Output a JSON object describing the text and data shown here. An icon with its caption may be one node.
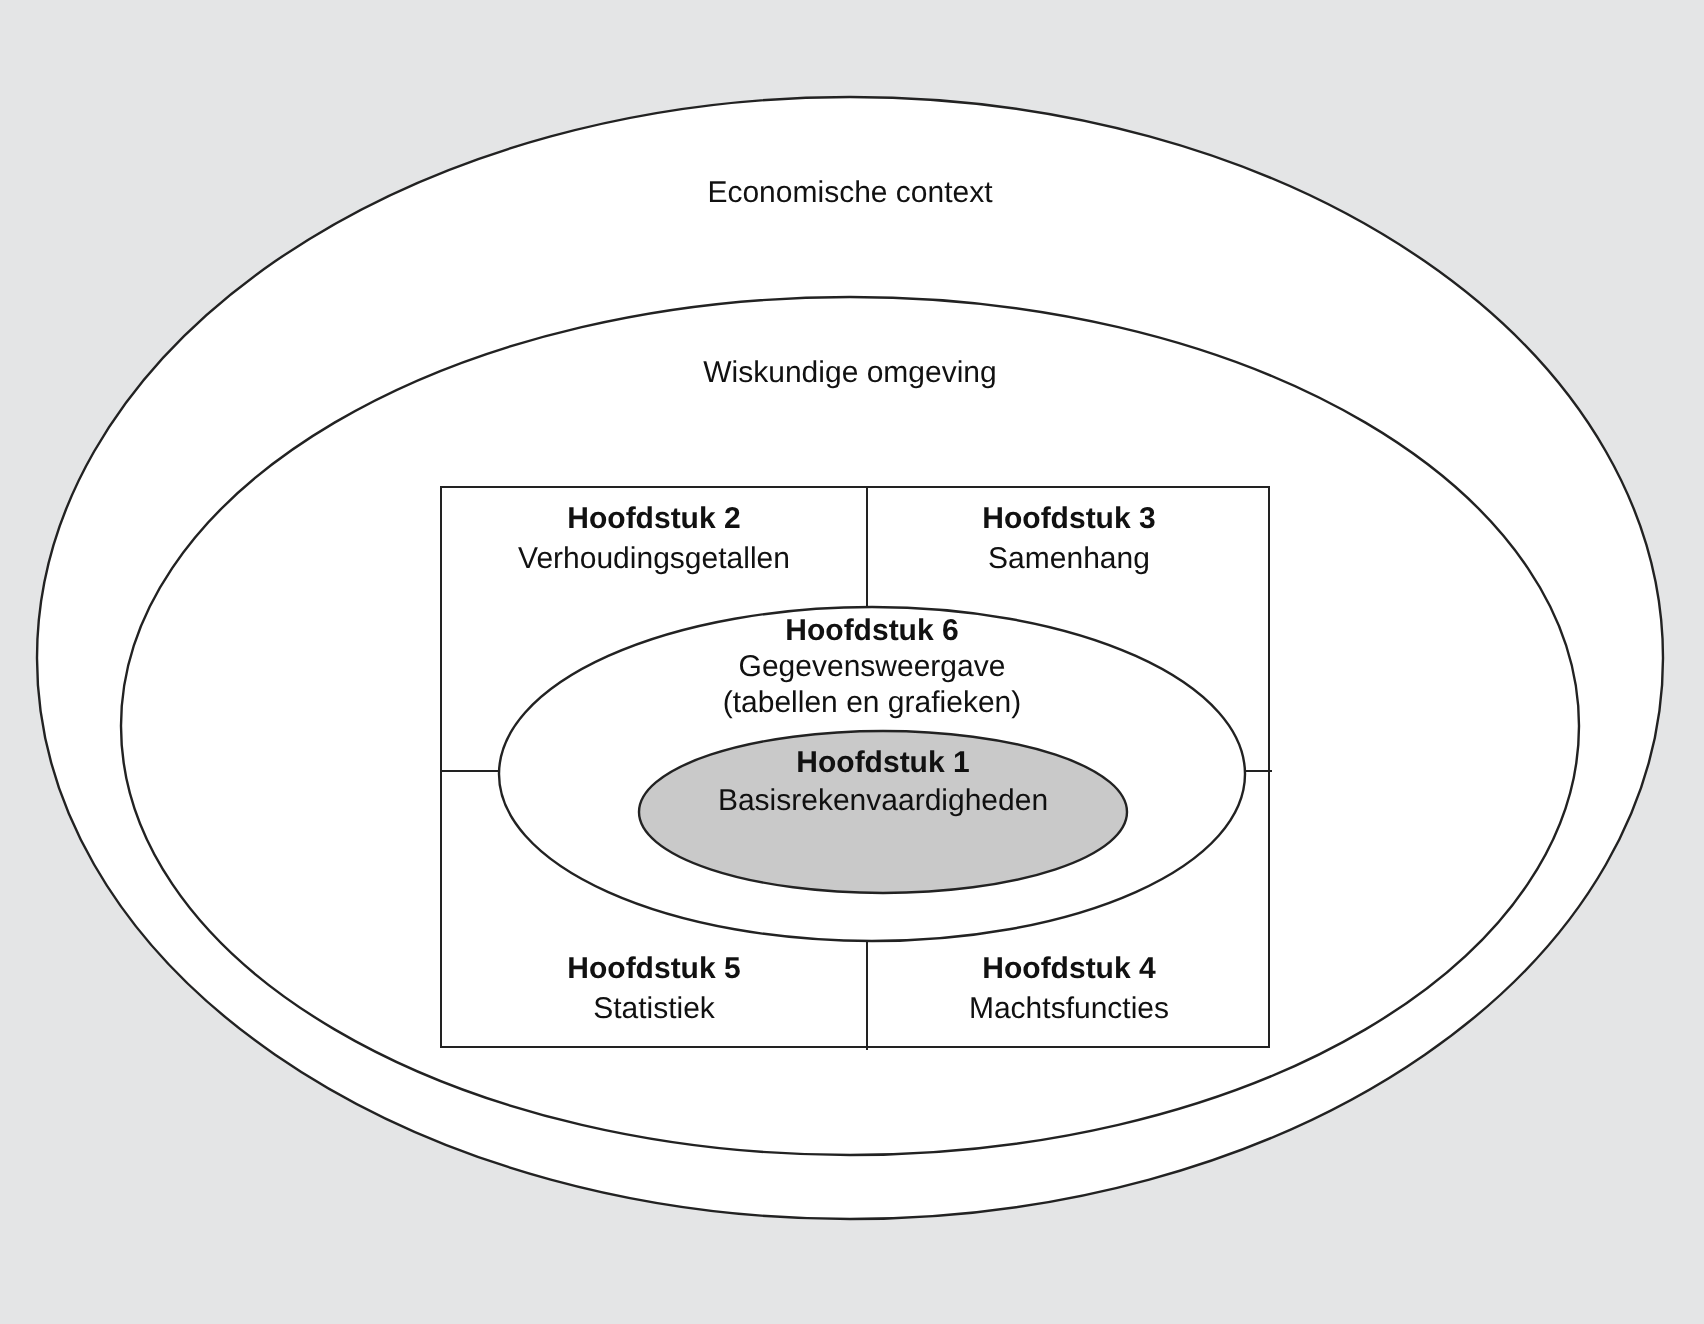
{
  "diagram": {
    "nodes": [
      {
        "text": [
          "Economische context"
        ]
      },
      {
        "text": [
          "Wiskundige omgeving"
        ],
        "in": 0
      },
      {
        "text": [],
        "shape": "box",
        "in": 1
      },
      {
        "text": [
          "Hoofdstuk 2",
          "Verhoudingsgetallen"
        ],
        "in": 2
      },
      {
        "text": [
          "Hoofdstuk 3",
          "Samenhang"
        ],
        "in": 2
      },
      {
        "text": [
          "Hoofdstuk 6",
          "Gegevensweergave (tabellen en grafieken)"
        ],
        "in": 2
      },
      {
        "text": [
          "Hoofdstuk 1",
          "Basisrekenvaardigheden"
        ],
        "in": 5
      },
      {
        "text": [
          "Hoofdstuk 5",
          "Statistiek"
        ],
        "in": 2
      },
      {
        "text": [
          "Hoofdstuk 4",
          "Machtsfuncties"
        ],
        "in": 2
      }
    ],
    "edges": []
  }
}
